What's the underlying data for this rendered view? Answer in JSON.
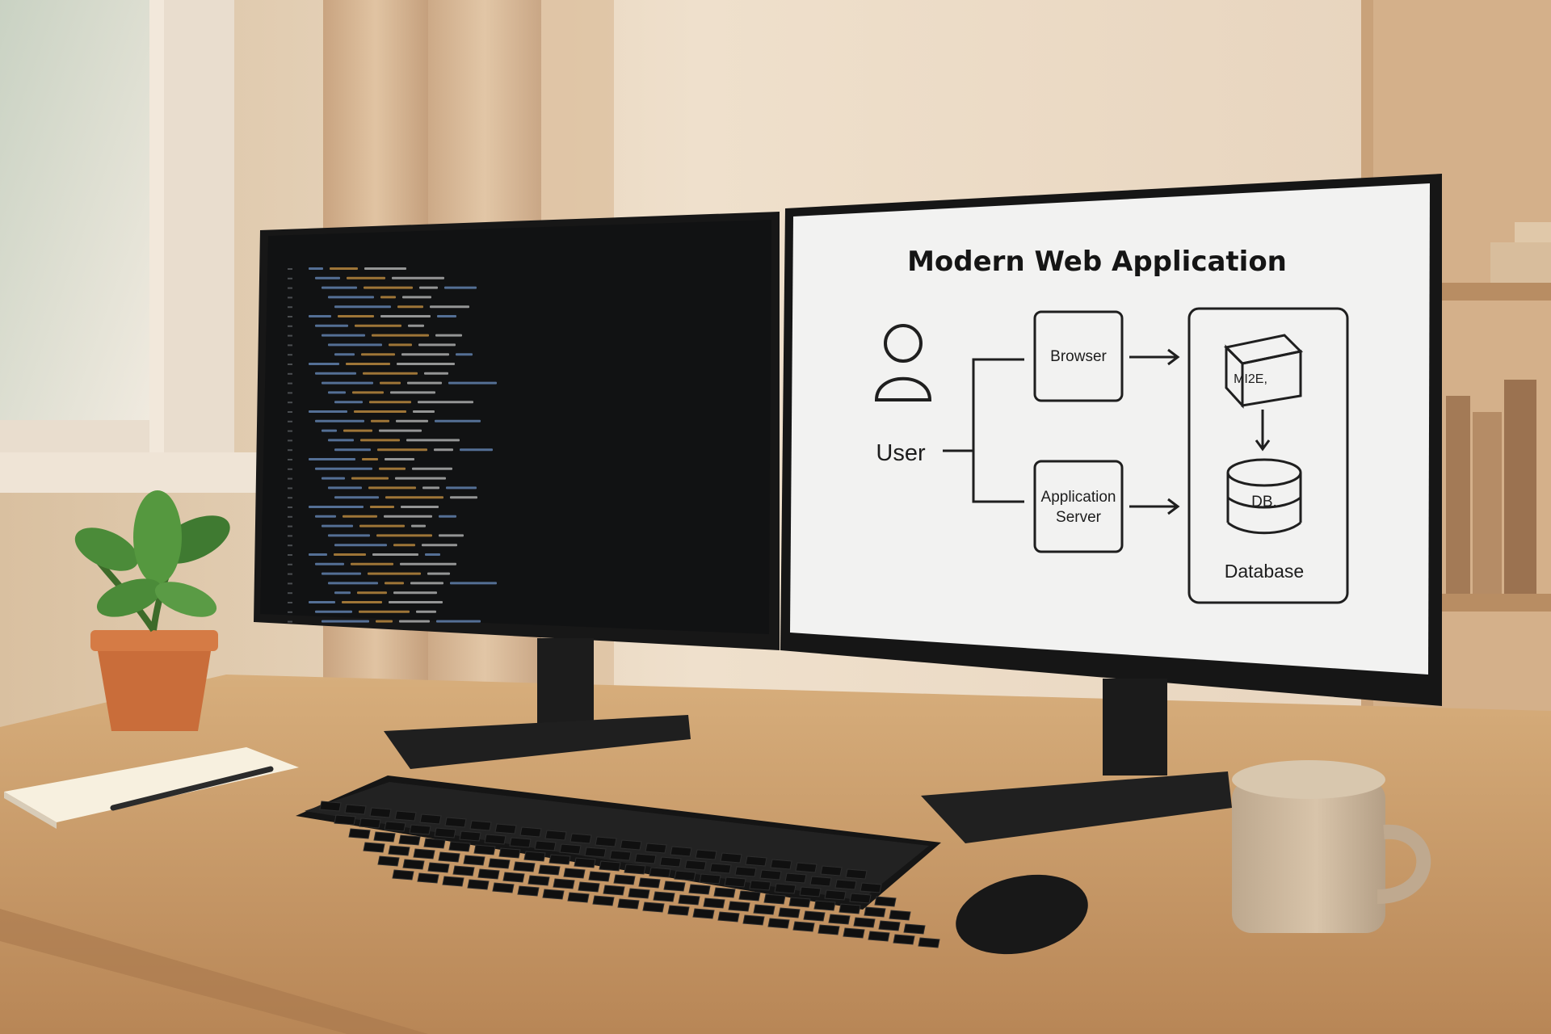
{
  "scene": {
    "description_free": true
  },
  "code_monitor": {
    "tabs": [
      "",
      ""
    ],
    "code_lines_count_visible": 38
  },
  "diagram_monitor": {
    "title": "Modern Web Application",
    "user_label": "User",
    "browser_label": "Browser",
    "app_server_line1": "Application",
    "app_server_line2": "Server",
    "cube_label": "MI2E,",
    "db_label": "DB.",
    "database_label": "Database"
  },
  "colors": {
    "wall": "#e7d5c0",
    "desk": "#c89b6a",
    "monitor_bezel": "#1b1b1b",
    "editor_bg": "#111213",
    "diagram_bg": "#f2f2f1",
    "code_orange": "#d59b45",
    "code_blue": "#6f93c7"
  }
}
